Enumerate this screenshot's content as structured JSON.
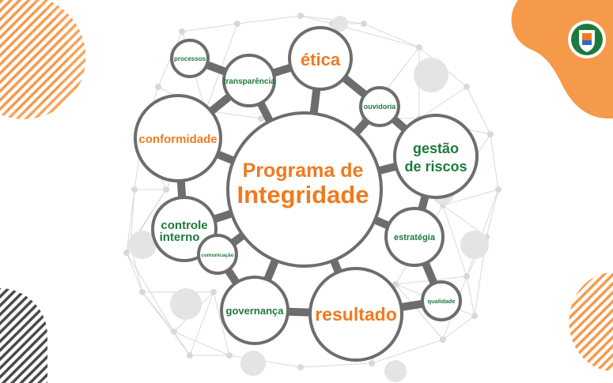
{
  "diagram": {
    "center": {
      "line1": "Programa de",
      "line2": "Integridade"
    },
    "nodes": {
      "etica": "ética",
      "processos": "processos",
      "transparencia": "transparência",
      "ouvidoria": "ouvidoria",
      "conformidade": "conformidade",
      "gestao_line1": "gestão",
      "gestao_line2": "de riscos",
      "controle_line1": "controle",
      "controle_line2": "interno",
      "comunicacao": "comunicação",
      "estrategia": "estratégia",
      "governanca": "governança",
      "resultado": "resultado",
      "qualidade": "qualidade"
    }
  },
  "colors": {
    "orange": "#f07a1f",
    "green": "#1e7a3c",
    "circle_stroke": "#6d6d6d",
    "network": "#d9d9d9",
    "accent_blob": "#f59a4a"
  },
  "logo": {
    "icon": "state-coat-of-arms-icon"
  }
}
